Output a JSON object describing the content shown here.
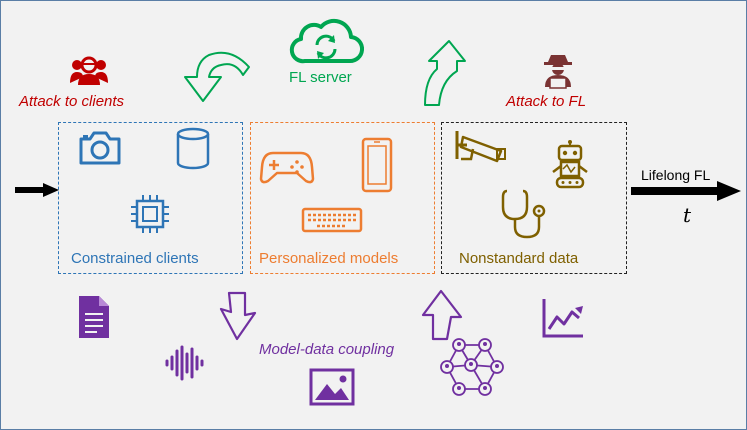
{
  "server": {
    "label": "FL server"
  },
  "attacks": {
    "clients": "Attack to clients",
    "fl": "Attack to FL"
  },
  "groups": {
    "constrained": "Constrained clients",
    "personalized": "Personalized models",
    "nonstandard": "Nonstandard data"
  },
  "lifelong": {
    "label": "Lifelong FL",
    "time": "t"
  },
  "coupling": {
    "label": "Model-data coupling"
  },
  "colors": {
    "blue": "#2e75b6",
    "orange": "#ed7d31",
    "brown": "#7f6000",
    "green": "#00a651",
    "red": "#c00000",
    "purple": "#7030a0"
  },
  "icons": [
    "cloud-sync-icon",
    "curved-arrow-down-icon",
    "curved-arrow-up-icon",
    "attacker-group-icon",
    "hacker-icon",
    "camera-icon",
    "database-icon",
    "chip-icon",
    "gamepad-icon",
    "smartphone-icon",
    "keyboard-icon",
    "cctv-camera-icon",
    "robot-icon",
    "stethoscope-icon",
    "document-icon",
    "audio-wave-icon",
    "image-icon",
    "network-graph-icon",
    "line-chart-icon",
    "arrow-down-outline-icon",
    "arrow-up-outline-icon"
  ]
}
